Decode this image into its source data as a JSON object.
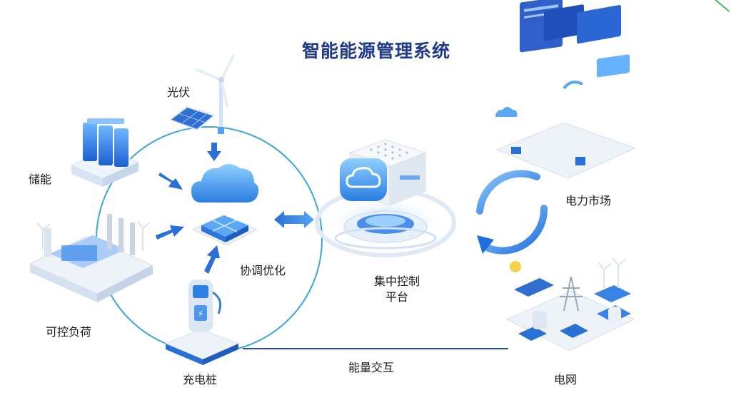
{
  "title": "智能能源管理系统",
  "labels": {
    "pv": "光伏",
    "storage": "储能",
    "load": "可控负荷",
    "charger": "充电桩",
    "optimize": "协调优化",
    "platform_line1": "集中控制",
    "platform_line2": "平台",
    "market": "电力市场",
    "grid": "电网",
    "exchange": "能量交互"
  },
  "colors": {
    "primary_blue": "#2a7de1",
    "dark_blue": "#1f3a8f",
    "circle_stroke": "#3aa6d9",
    "link_line": "#2e4d8f",
    "accent_green": "#3cc36b"
  },
  "icons": [
    "solar-panel-icon",
    "wind-turbine-icon",
    "battery-storage-icon",
    "factory-icon",
    "ev-charger-icon",
    "cloud-icon",
    "server-icon",
    "market-dashboard-icon",
    "power-grid-icon",
    "cycle-arrow-icon"
  ]
}
